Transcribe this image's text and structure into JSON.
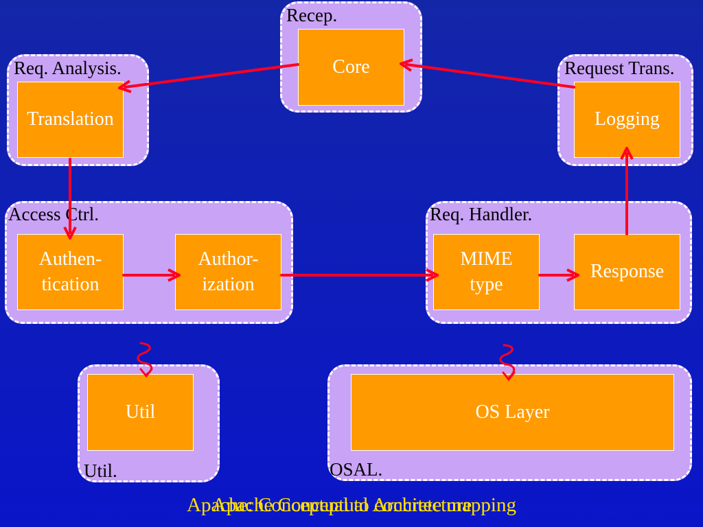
{
  "groups": {
    "recep": "Recep.",
    "req_analysis": "Req. Analysis.",
    "request_trans": "Request Trans.",
    "access_ctrl": "Access Ctrl.",
    "req_handler": "Req. Handler.",
    "util": "Util.",
    "osal": "OSAL."
  },
  "boxes": {
    "core": "Core",
    "translation": "Translation",
    "logging": "Logging",
    "authentication": "Authen-\ntication",
    "authorization": "Author-\nization",
    "mime_type": "MIME\ntype",
    "response": "Response",
    "util": "Util",
    "os_layer": "OS Layer"
  },
  "caption": {
    "line_a": "Apache: Conceptual to concrete mapping",
    "line_b": "Apache Conceptual Architecture"
  },
  "colors": {
    "background": "#1020b8",
    "group_fill": "#c9a3f5",
    "box_fill": "#ff9a00",
    "arrow": "#ff0022",
    "caption": "#ffe000"
  }
}
